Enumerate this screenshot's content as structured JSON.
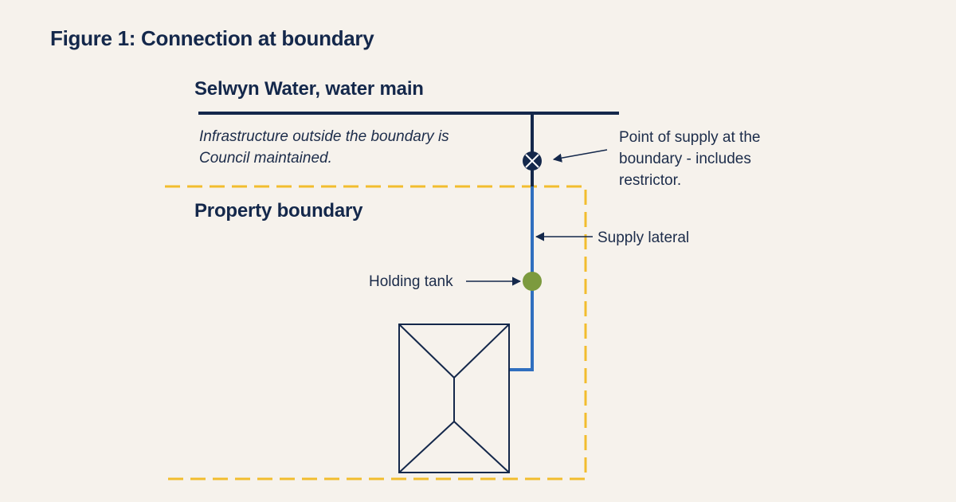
{
  "figure": {
    "title": "Figure 1: Connection at boundary"
  },
  "labels": {
    "water_main": "Selwyn Water, water main",
    "property_boundary": "Property boundary",
    "council_note_line1": "Infrastructure outside the boundary is",
    "council_note_line2": "Council maintained.",
    "point_of_supply_line1": "Point of supply at the",
    "point_of_supply_line2": "boundary - includes",
    "point_of_supply_line3": "restrictor.",
    "supply_lateral": "Supply lateral",
    "holding_tank": "Holding tank"
  },
  "colors": {
    "background": "#f6f2ec",
    "navy": "#14284b",
    "boundary_dash": "#f2bd2e",
    "lateral_pipe": "#2f6fbf",
    "holding_tank": "#7c9a3e"
  }
}
